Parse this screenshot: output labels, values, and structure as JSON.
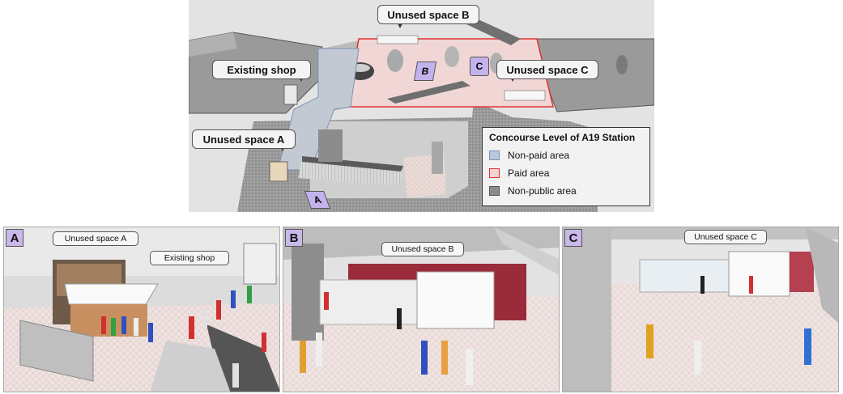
{
  "top_map": {
    "callouts": {
      "unused_b": "Unused space B",
      "existing_shop": "Existing shop",
      "unused_c": "Unused space C",
      "unused_a": "Unused space A"
    },
    "view_markers": [
      "A",
      "B",
      "C"
    ],
    "legend": {
      "title": "Concourse Level of A19 Station",
      "items": [
        {
          "label": "Non-paid area",
          "color": "#b8c8e0",
          "border": "#7e93b3"
        },
        {
          "label": "Paid area",
          "color": "#f3d3d3",
          "border": "#e23030"
        },
        {
          "label": "Non-public area",
          "color": "#8c8c8c",
          "border": "#555555"
        }
      ]
    }
  },
  "panels": [
    {
      "letter": "A",
      "callouts": [
        "Unused space A",
        "Existing shop"
      ]
    },
    {
      "letter": "B",
      "callouts": [
        "Unused space B"
      ]
    },
    {
      "letter": "C",
      "callouts": [
        "Unused space C"
      ]
    }
  ],
  "colors": {
    "panel_label": "#c9b8ea",
    "marker": "#c3b3ec",
    "paid_border": "#e23030"
  }
}
